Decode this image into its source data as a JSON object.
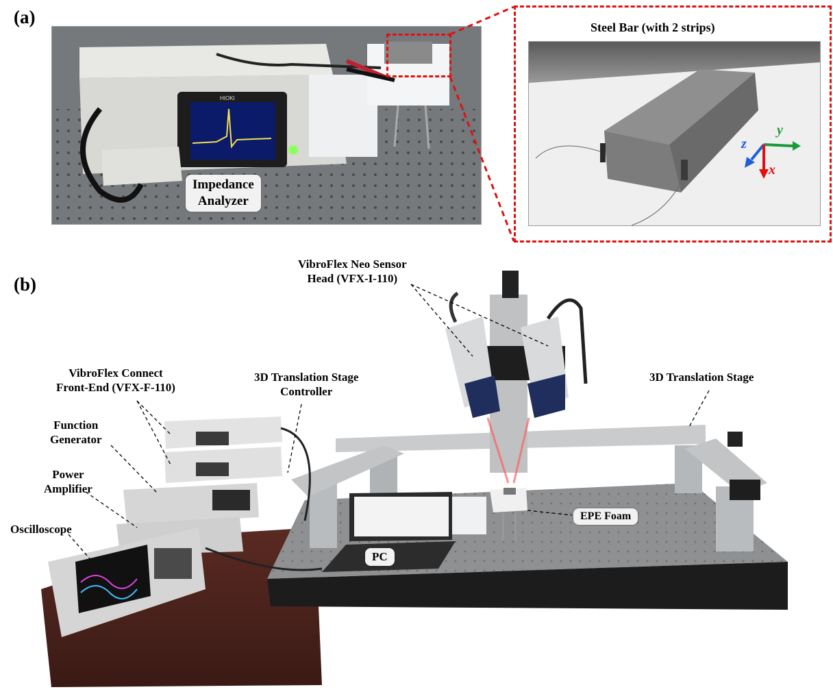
{
  "panels": {
    "a": {
      "label": "(a)",
      "impedance_label": "Impedance\nAnalyzer",
      "inset_title": "Steel Bar (with 2 strips)",
      "axes": {
        "y": "y",
        "z": "z",
        "x": "x"
      },
      "device_brand": "HIOKI"
    },
    "b": {
      "label": "(b)",
      "sensor_head": "VibroFlex Neo Sensor\nHead (VFX-I-110)",
      "front_end": "VibroFlex Connect\nFront-End (VFX-F-110)",
      "stage_controller": "3D Translation Stage\nController",
      "stage": "3D Translation Stage",
      "function_generator": "Function\nGenerator",
      "power_amplifier": "Power\nAmplifier",
      "oscilloscope": "Oscilloscope",
      "pc": "PC",
      "foam": "EPE Foam"
    }
  },
  "colors": {
    "highlight": "#e01010",
    "axis_y": "#1a9a3a",
    "axis_z": "#1f5fd6",
    "axis_x": "#e01010"
  }
}
